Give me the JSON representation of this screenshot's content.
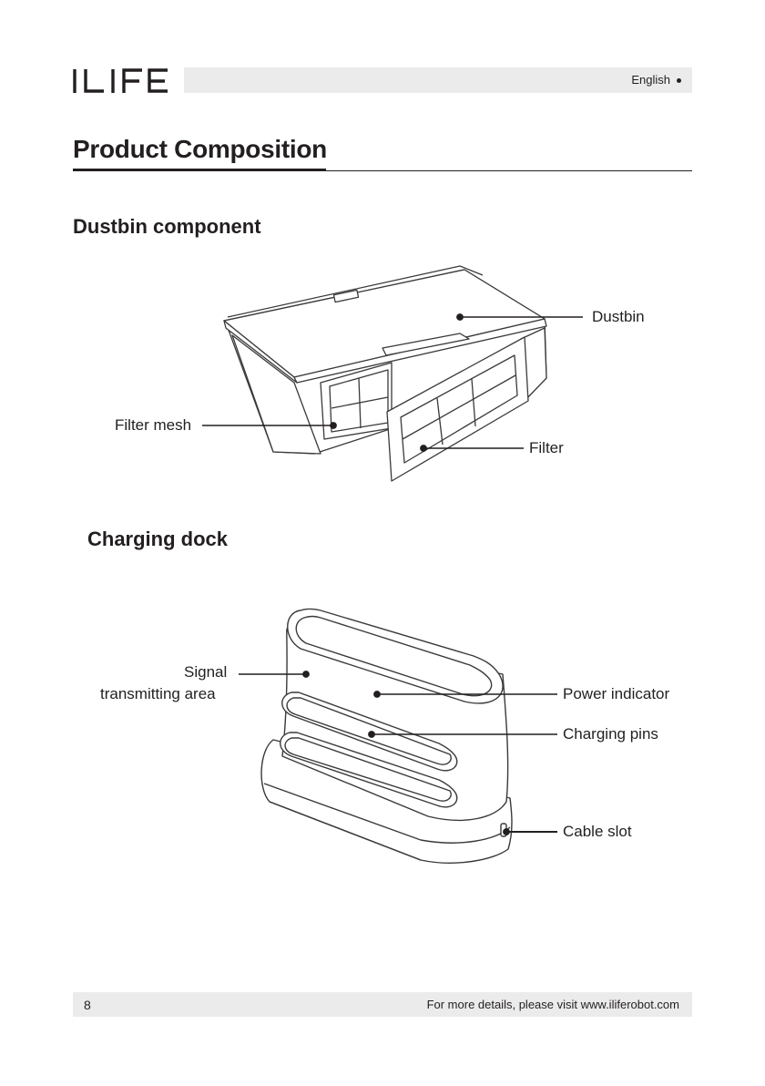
{
  "header": {
    "brand": "ILIFE",
    "language": "English"
  },
  "page_title": "Product Composition",
  "dustbin_section": {
    "title": "Dustbin component",
    "labels": {
      "dustbin": "Dustbin",
      "filter_mesh": "Filter mesh",
      "filter": "Filter"
    }
  },
  "dock_section": {
    "title": "Charging dock",
    "labels": {
      "signal_line1": "Signal",
      "signal_line2": "transmitting area",
      "power_indicator": "Power indicator",
      "charging_pins": "Charging pins",
      "cable_slot": "Cable slot"
    }
  },
  "footer": {
    "page_number": "8",
    "note": "For more details, please visit www.iliferobot.com"
  }
}
